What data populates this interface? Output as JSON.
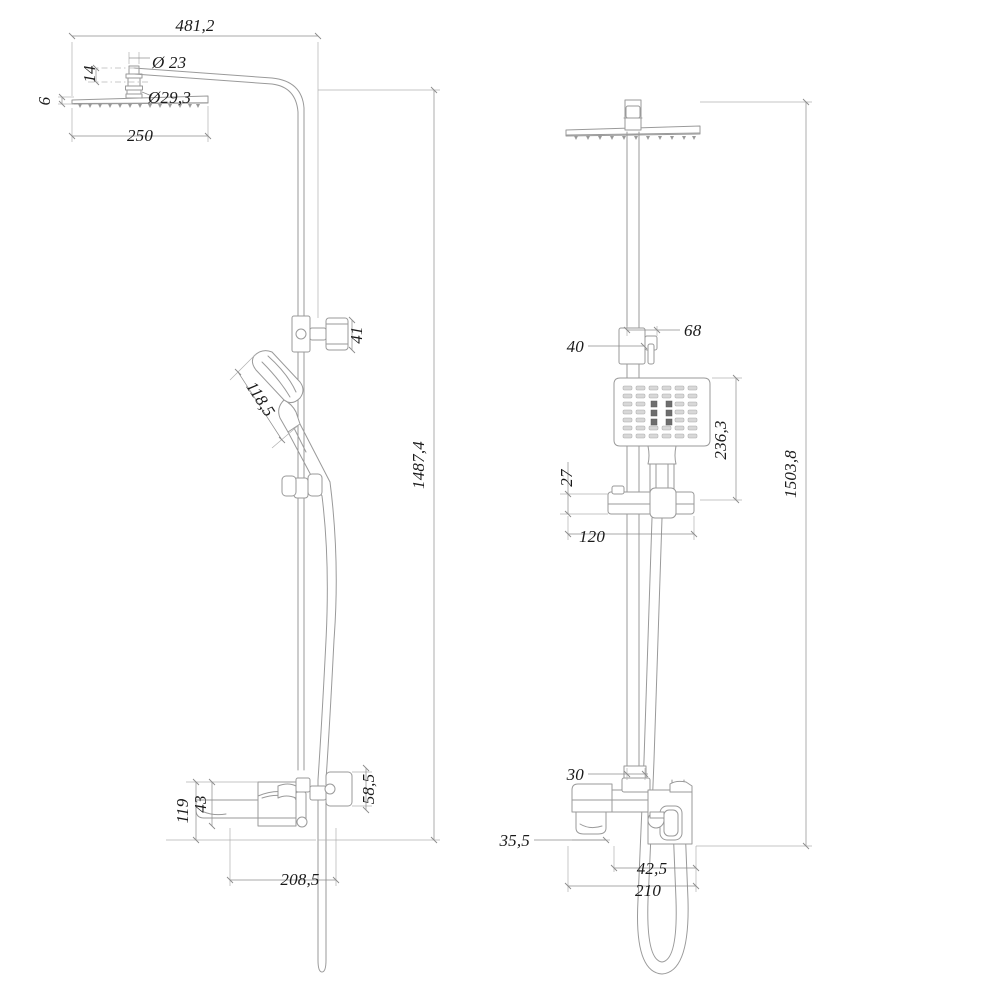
{
  "drawing": {
    "title": "Shower column technical drawing",
    "units": "mm",
    "line_color": "#9a9a9a",
    "dim_line_color": "#8c8c8c",
    "text_color": "#1a1a1a",
    "background": "#ffffff",
    "views": [
      {
        "name": "side-view",
        "label": ""
      },
      {
        "name": "front-view",
        "label": ""
      }
    ]
  },
  "dimensions": {
    "side_view": {
      "overall_reach": "481,2",
      "arm_offset": "14",
      "arm_pipe_dia": "Ø 23",
      "head_joint_dia": "Ø29,3",
      "head_plate_thickness": "6",
      "head_plate_width": "250",
      "overall_height": "1487,4",
      "diverter_outlet": "41",
      "hand_shower_length": "118,5",
      "mixer_spout_height": "119",
      "mixer_body_height": "43",
      "mixer_depth": "58,5",
      "mixer_to_wall": "208,5"
    },
    "front_view": {
      "overall_height": "1503,8",
      "holder_width": "68",
      "holder_offset": "40",
      "hand_shower_height": "236,3",
      "slider_offset": "27",
      "slider_width": "120",
      "riser_pipe_offset": "30",
      "mixer_handle_height": "35,5",
      "hose_outlet_offset": "42,5",
      "mixer_width": "210"
    }
  },
  "dimension_list": [
    {
      "id": "d-481-2",
      "value": "481,2",
      "view": "side",
      "orientation": "horizontal"
    },
    {
      "id": "d-14",
      "value": "14",
      "view": "side",
      "orientation": "vertical"
    },
    {
      "id": "d-dia23",
      "value": "Ø 23",
      "view": "side",
      "orientation": "horizontal"
    },
    {
      "id": "d-dia293",
      "value": "Ø29,3",
      "view": "side",
      "orientation": "horizontal"
    },
    {
      "id": "d-6",
      "value": "6",
      "view": "side",
      "orientation": "vertical"
    },
    {
      "id": "d-250",
      "value": "250",
      "view": "side",
      "orientation": "horizontal"
    },
    {
      "id": "d-41",
      "value": "41",
      "view": "side",
      "orientation": "vertical"
    },
    {
      "id": "d-118-5",
      "value": "118,5",
      "view": "side",
      "orientation": "diagonal"
    },
    {
      "id": "d-1487-4",
      "value": "1487,4",
      "view": "side",
      "orientation": "vertical"
    },
    {
      "id": "d-119",
      "value": "119",
      "view": "side",
      "orientation": "vertical"
    },
    {
      "id": "d-43",
      "value": "43",
      "view": "side",
      "orientation": "vertical"
    },
    {
      "id": "d-58-5",
      "value": "58,5",
      "view": "side",
      "orientation": "vertical"
    },
    {
      "id": "d-208-5",
      "value": "208,5",
      "view": "side",
      "orientation": "horizontal"
    },
    {
      "id": "d-68",
      "value": "68",
      "view": "front",
      "orientation": "horizontal"
    },
    {
      "id": "d-40",
      "value": "40",
      "view": "front",
      "orientation": "horizontal"
    },
    {
      "id": "d-236-3",
      "value": "236,3",
      "view": "front",
      "orientation": "vertical"
    },
    {
      "id": "d-27",
      "value": "27",
      "view": "front",
      "orientation": "vertical"
    },
    {
      "id": "d-120",
      "value": "120",
      "view": "front",
      "orientation": "horizontal"
    },
    {
      "id": "d-1503-8",
      "value": "1503,8",
      "view": "front",
      "orientation": "vertical"
    },
    {
      "id": "d-30",
      "value": "30",
      "view": "front",
      "orientation": "horizontal"
    },
    {
      "id": "d-35-5",
      "value": "35,5",
      "view": "front",
      "orientation": "horizontal"
    },
    {
      "id": "d-42-5",
      "value": "42,5",
      "view": "front",
      "orientation": "horizontal"
    },
    {
      "id": "d-210",
      "value": "210",
      "view": "front",
      "orientation": "horizontal"
    }
  ]
}
